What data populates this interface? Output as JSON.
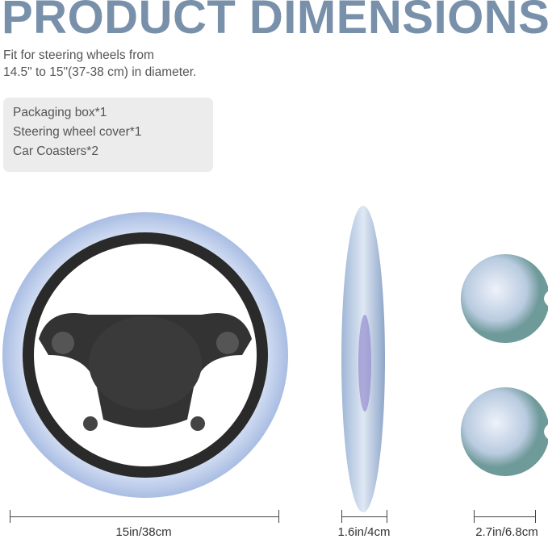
{
  "title": "PRODUCT DIMENSIONS",
  "description": [
    "Fit for steering wheels from",
    "14.5\" to 15\"(37-38 cm) in diameter."
  ],
  "contents": [
    "Packaging box*1",
    "Steering wheel cover*1",
    "Car Coasters*2"
  ],
  "dimensions": {
    "wheel": "15in/38cm",
    "width": "1.6in/4cm",
    "coaster": "2.7in/6.8cm"
  },
  "colors": {
    "title": "#7890aa",
    "cover": "#c8d6ef",
    "box": "#ececec"
  }
}
